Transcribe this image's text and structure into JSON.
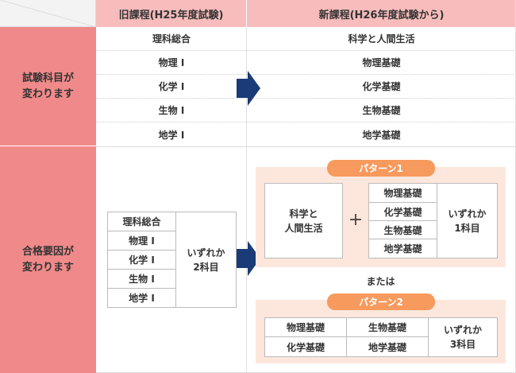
{
  "header": {
    "old": "旧課程(H25年度試験)",
    "new": "新課程(H26年度試験から)"
  },
  "section1": {
    "label_line1": "試験科目が",
    "label_line2": "変わります",
    "old_subjects": [
      "理科総合",
      "物理 I",
      "化学 I",
      "生物 I",
      "地学 I"
    ],
    "new_subjects": [
      "科学と人間生活",
      "物理基礎",
      "化学基礎",
      "生物基礎",
      "地学基礎"
    ]
  },
  "section2": {
    "label_line1": "合格要因が",
    "label_line2": "変わります",
    "old_subjects": [
      "理科総合",
      "物理 I",
      "化学 I",
      "生物 I",
      "地学 I"
    ],
    "old_choice_line1": "いずれか",
    "old_choice_line2": "2科目",
    "pattern1": {
      "title": "パターン1",
      "required_line1": "科学と",
      "required_line2": "人間生活",
      "plus": "+",
      "options": [
        "物理基礎",
        "化学基礎",
        "生物基礎",
        "地学基礎"
      ],
      "choice_line1": "いずれか",
      "choice_line2": "1科目"
    },
    "or_text": "または",
    "pattern2": {
      "title": "パターン2",
      "options": [
        "物理基礎",
        "生物基礎",
        "化学基礎",
        "地学基礎"
      ],
      "choice_line1": "いずれか",
      "choice_line2": "3科目"
    }
  },
  "colors": {
    "header_pink": "#f8bcbc",
    "side_pink": "#f08a8a",
    "arrow_navy": "#1a3a78",
    "pattern_orange": "#f79a5d",
    "panel_peach": "#fde7dc"
  },
  "icons": {
    "arrow": "right-arrow-icon"
  }
}
